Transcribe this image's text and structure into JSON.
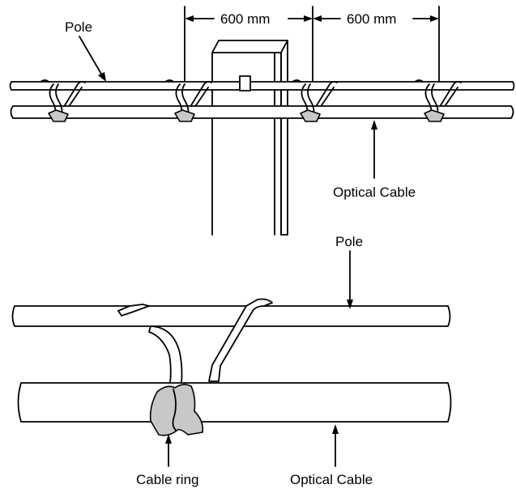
{
  "labels": {
    "dim_left": "600 mm",
    "dim_right": "600 mm",
    "pole_top": "Pole",
    "optical_cable_top": "Optical Cable",
    "pole_bottom": "Pole",
    "cable_ring": "Cable ring",
    "optical_cable_bottom": "Optical Cable"
  },
  "colors": {
    "line": "#000000",
    "ring_fill": "#c8c8c8",
    "background": "#ffffff"
  }
}
